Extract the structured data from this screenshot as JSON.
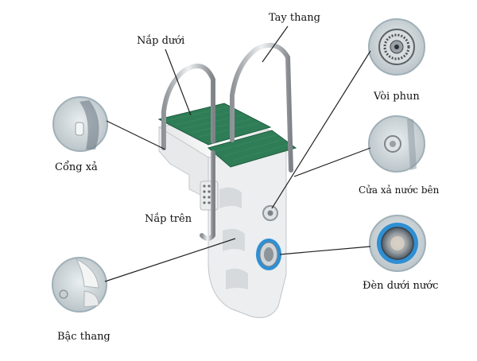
{
  "labels": {
    "nap_duoi": "Nắp dưới",
    "tay_thang": "Tay thang",
    "voi_phun": "Vòi phun",
    "cong_xa": "Cổng xả",
    "cua_xa_nuoc_ben": "Cửa xả nước bên",
    "nap_tren": "Nắp trên",
    "den_duoi_nuoc": "Đèn dưới nước",
    "bac_thang": "Bậc thang"
  },
  "colors": {
    "lid_green": "#2f7d57",
    "body_white": "#f2f3f3",
    "steel": "#b9bcc0",
    "light_ring": "#2f8fd3",
    "callout_line": "#222222"
  }
}
